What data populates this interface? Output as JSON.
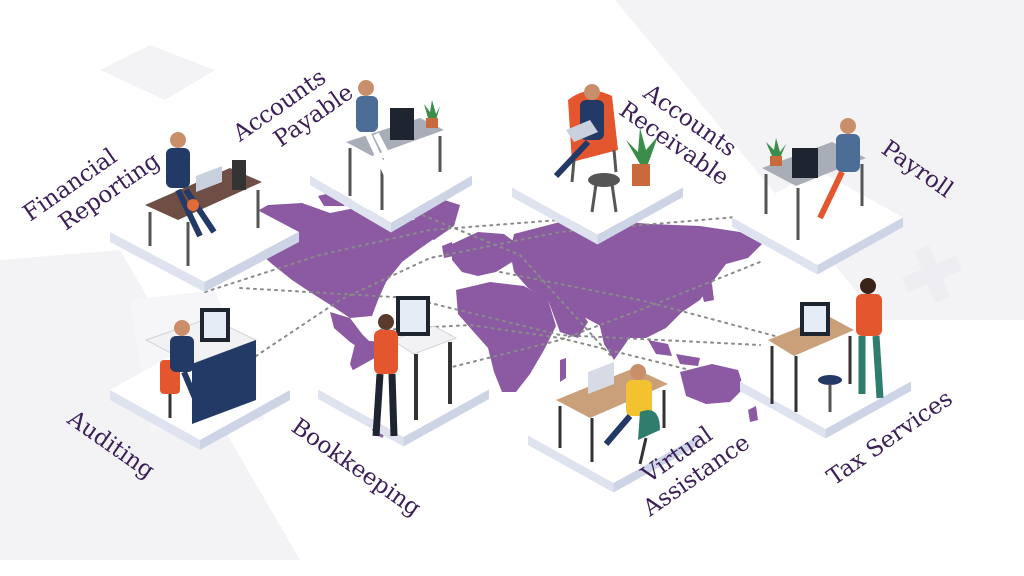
{
  "services": [
    {
      "lines": [
        "Financial",
        "Reporting"
      ]
    },
    {
      "lines": [
        "Accounts",
        "Payable"
      ]
    },
    {
      "lines": [
        "Accounts",
        "Receivable"
      ]
    },
    {
      "lines": [
        "Payroll"
      ]
    },
    {
      "lines": [
        "Auditing"
      ]
    },
    {
      "lines": [
        "Bookkeeping"
      ]
    },
    {
      "lines": [
        "Virtual",
        "Assistance"
      ]
    },
    {
      "lines": [
        "Tax Services"
      ]
    }
  ],
  "colors": {
    "map": "#8b5aa3",
    "label": "#3b1f57",
    "platform_top": "#ffffff",
    "platform_edge": "#dfe3ef",
    "platform_side": "#cdd4e6",
    "route": "#8a8a8a",
    "background_shape": "#f3f3f6"
  },
  "icons": [
    "desk-icon",
    "monitor-icon",
    "person-icon",
    "plant-icon",
    "chair-icon",
    "laptop-icon"
  ]
}
